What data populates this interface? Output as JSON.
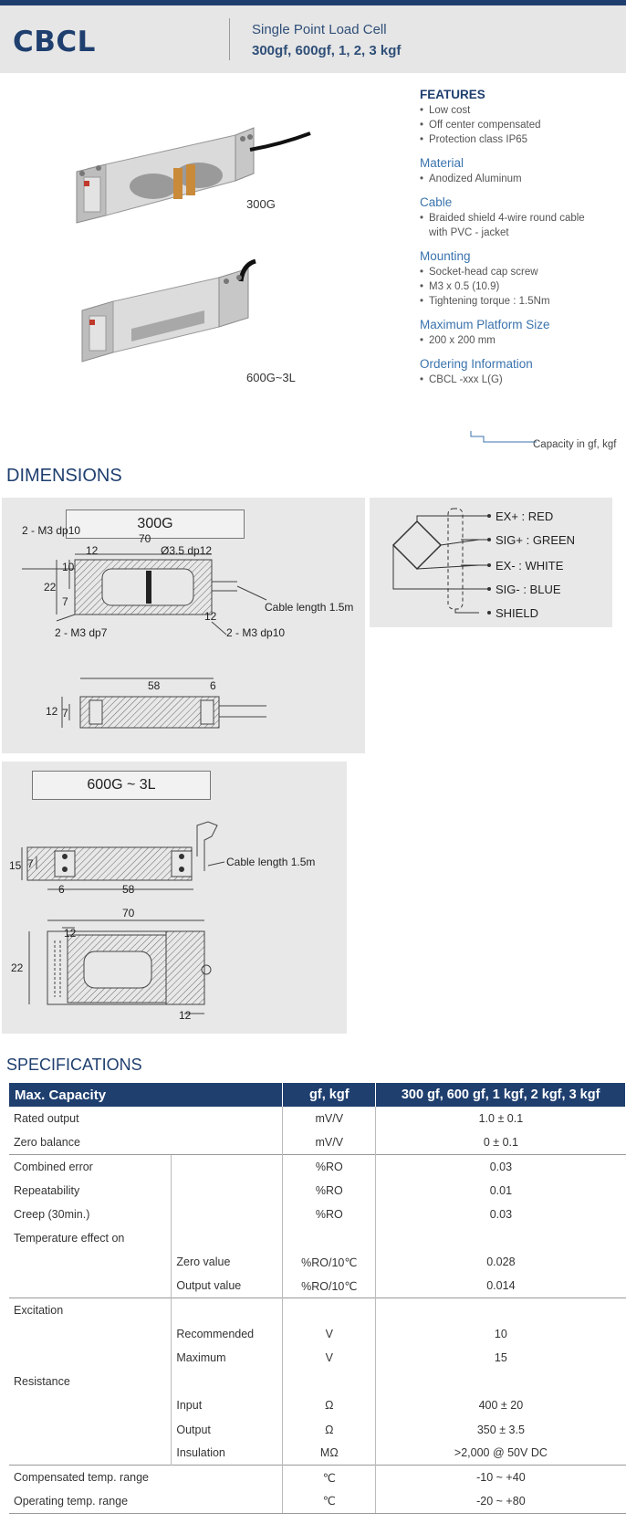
{
  "header": {
    "model": "CBCL",
    "subtitle": "Single Point Load Cell",
    "capacities": "300gf, 600gf, 1, 2, 3 kgf"
  },
  "photos": {
    "label_1": "300G",
    "label_2": "600G~3L"
  },
  "features": [
    {
      "heading": "FEATURES",
      "items": [
        "Low cost",
        "Off center compensated",
        "Protection class IP65"
      ]
    },
    {
      "heading": "Material",
      "items": [
        "Anodized Aluminum"
      ]
    },
    {
      "heading": "Cable",
      "items": [
        "Braided shield 4-wire round cable",
        "with PVC - jacket"
      ]
    },
    {
      "heading": "Mounting",
      "items": [
        "Socket-head cap screw",
        "M3 x 0.5 (10.9)",
        "Tightening torque : 1.5Nm"
      ]
    },
    {
      "heading": "Maximum Platform Size",
      "items": [
        "200 x 200 mm"
      ]
    },
    {
      "heading": "Ordering Information",
      "items": [
        "CBCL -xxx L(G)"
      ]
    }
  ],
  "ordering_note": "Capacity in gf, kgf",
  "dimensions": {
    "title": "DIMENSIONS",
    "box1": {
      "name": "300G",
      "labels": [
        "2 - M3 dp10",
        "70",
        "12",
        "Ø3.5 dp12",
        "10",
        "22",
        "7",
        "Cable length 1.5m",
        "12",
        "2 - M3 dp7",
        "2 - M3 dp10",
        "58",
        "6",
        "12",
        "7"
      ]
    },
    "wiring": [
      "EX+ : RED",
      "SIG+ : GREEN",
      "EX- : WHITE",
      "SIG- : BLUE",
      "SHIELD"
    ],
    "box2": {
      "name": "600G ~ 3L",
      "labels": [
        "15",
        "7",
        "Cable length 1.5m",
        "6",
        "58",
        "70",
        "12",
        "22",
        "12"
      ]
    }
  },
  "specifications": {
    "title": "SPECIFICATIONS",
    "headers": [
      "Max. Capacity",
      "gf, kgf",
      "300 gf,  600 gf, 1 kgf,  2 kgf,  3 kgf"
    ],
    "rows": [
      {
        "label": "Rated output",
        "sub": "",
        "unit": "mV/V",
        "value": "1.0 ± 0.1"
      },
      {
        "label": "Zero balance",
        "sub": "",
        "unit": "mV/V",
        "value": "0 ± 0.1"
      },
      {
        "label": "Combined error",
        "sub": "",
        "unit": "%RO",
        "value": "0.03"
      },
      {
        "label": "Repeatability",
        "sub": "",
        "unit": "%RO",
        "value": "0.01"
      },
      {
        "label": "Creep (30min.)",
        "sub": "",
        "unit": "%RO",
        "value": "0.03"
      },
      {
        "label": "Temperature effect on",
        "sub": "",
        "unit": "",
        "value": ""
      },
      {
        "label": "",
        "sub": "Zero value",
        "unit": "%RO/10℃",
        "value": "0.028"
      },
      {
        "label": "",
        "sub": "Output  value",
        "unit": "%RO/10℃",
        "value": "0.014"
      },
      {
        "label": "Excitation",
        "sub": "",
        "unit": "",
        "value": ""
      },
      {
        "label": "",
        "sub": "Recommended",
        "unit": "V",
        "value": "10"
      },
      {
        "label": "",
        "sub": "Maximum",
        "unit": "V",
        "value": "15"
      },
      {
        "label": "Resistance",
        "sub": "",
        "unit": "",
        "value": ""
      },
      {
        "label": "",
        "sub": "Input",
        "unit": "Ω",
        "value": "400 ± 20"
      },
      {
        "label": "",
        "sub": "Output",
        "unit": "Ω",
        "value": "350 ± 3.5"
      },
      {
        "label": "",
        "sub": "Insulation",
        "unit": "MΩ",
        "value": ">2,000 @ 50V DC"
      },
      {
        "label": "Compensated temp. range",
        "sub": "",
        "unit": "℃",
        "value": "-10 ~ +40"
      },
      {
        "label": "Operating temp. range",
        "sub": "",
        "unit": "℃",
        "value": "-20 ~ +80"
      }
    ]
  }
}
